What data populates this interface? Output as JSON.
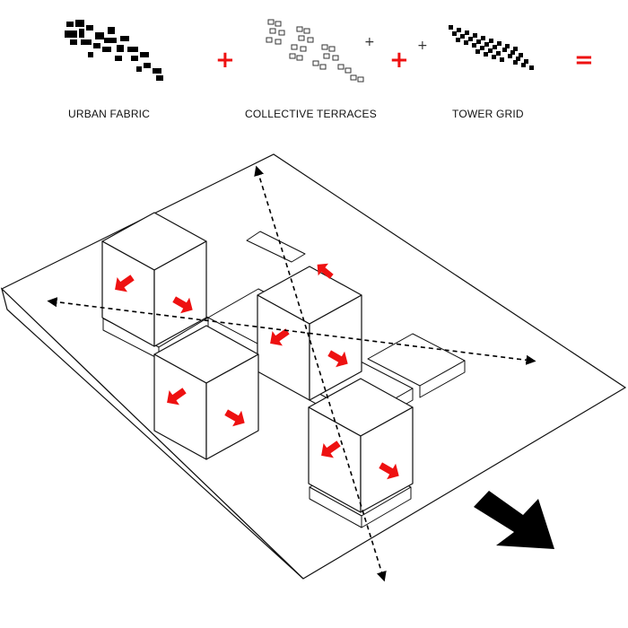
{
  "legend": {
    "components": [
      {
        "label": "URBAN FABRIC"
      },
      {
        "label": "COLLECTIVE TERRACES"
      },
      {
        "label": "TOWER GRID"
      }
    ],
    "operators": {
      "plus_red": "+",
      "plus_small": "+",
      "equals": "="
    }
  },
  "colors": {
    "accent": "#ee1111",
    "line": "#111111",
    "fill": "#ffffff",
    "dark": "#000000"
  }
}
